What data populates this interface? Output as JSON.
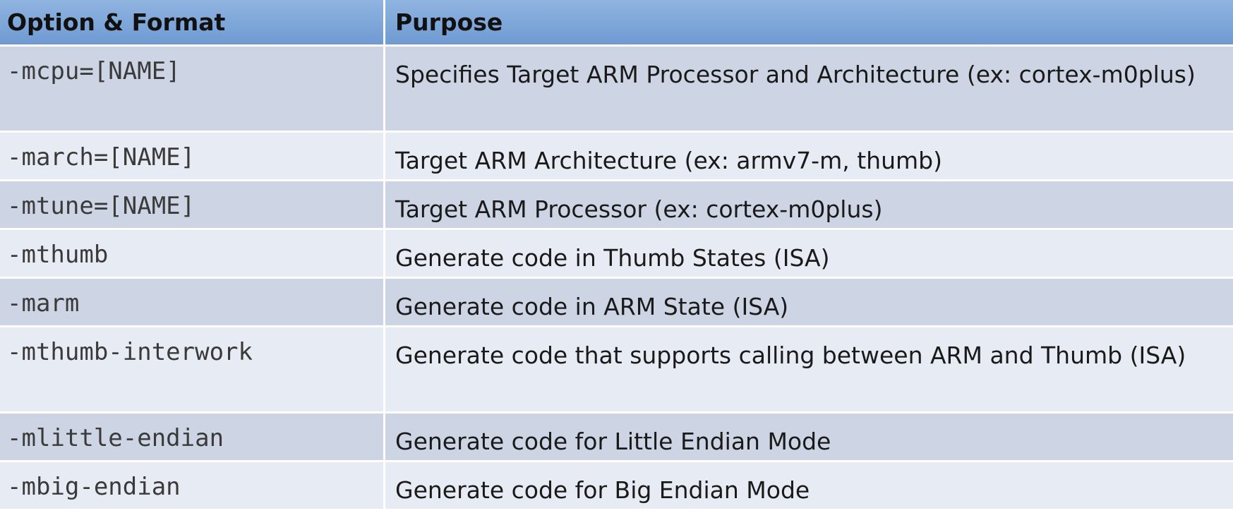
{
  "table": {
    "headers": [
      "Option & Format",
      "Purpose"
    ],
    "rows": [
      {
        "option": "-mcpu=[NAME]",
        "purpose": "Specifies Target ARM Processor and Architecture (ex: cortex-m0plus)"
      },
      {
        "option": "-march=[NAME]",
        "purpose": "Target ARM Architecture (ex: armv7-m, thumb)"
      },
      {
        "option": "-mtune=[NAME]",
        "purpose": "Target ARM Processor (ex: cortex-m0plus)"
      },
      {
        "option": "-mthumb",
        "purpose": "Generate code in Thumb States (ISA)"
      },
      {
        "option": "-marm",
        "purpose": "Generate code in ARM State (ISA)"
      },
      {
        "option": "-mthumb-interwork",
        "purpose": "Generate code that supports calling between ARM and Thumb (ISA)"
      },
      {
        "option": "-mlittle-endian",
        "purpose": "Generate code for Little Endian Mode"
      },
      {
        "option": "-mbig-endian",
        "purpose": "Generate code for Big Endian Mode"
      }
    ]
  }
}
